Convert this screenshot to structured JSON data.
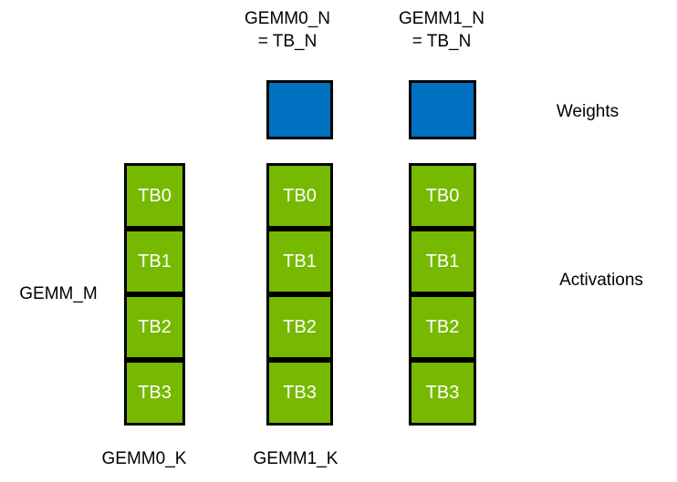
{
  "diagram": {
    "title_hint": "GEMM thread-block tiling diagram",
    "top_labels": [
      {
        "line1": "GEMM0_N",
        "line2": "= TB_N"
      },
      {
        "line1": "GEMM1_N",
        "line2": "= TB_N"
      }
    ],
    "side_labels": {
      "weights": "Weights",
      "activations": "Activations",
      "gemm_m": "GEMM_M"
    },
    "bottom_labels": [
      "GEMM0_K",
      "GEMM1_K"
    ],
    "columns": [
      {
        "blocks": [
          "TB0",
          "TB1",
          "TB2",
          "TB3"
        ]
      },
      {
        "blocks": [
          "TB0",
          "TB1",
          "TB2",
          "TB3"
        ]
      },
      {
        "blocks": [
          "TB0",
          "TB1",
          "TB2",
          "TB3"
        ]
      }
    ],
    "weight_tiles": 2,
    "colors": {
      "activation_green": "#76B900",
      "weight_blue": "#0070C0",
      "outline_black": "#000000",
      "tb_text_white": "#ffffff"
    }
  }
}
